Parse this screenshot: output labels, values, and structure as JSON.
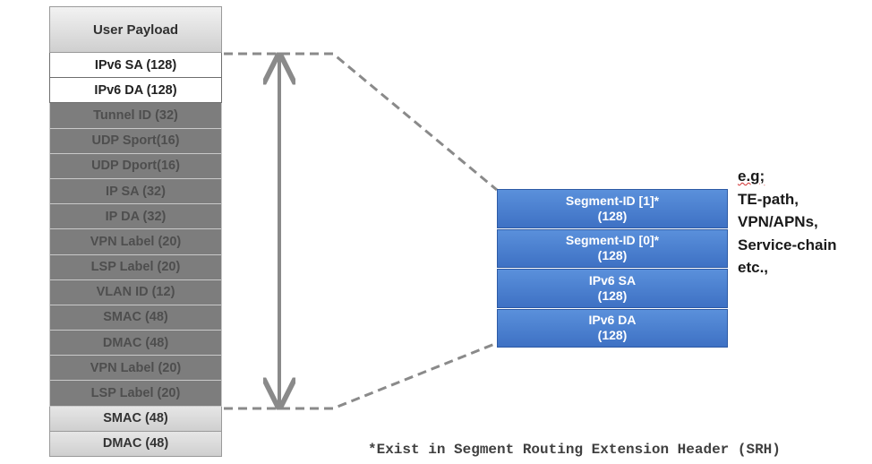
{
  "packet_stack": {
    "top": "User Payload",
    "fields": [
      {
        "label": "IPv6 SA (128)",
        "style": "white"
      },
      {
        "label": "IPv6 DA (128)",
        "style": "white"
      },
      {
        "label": "Tunnel ID (32)",
        "style": "dark"
      },
      {
        "label": "UDP Sport(16)",
        "style": "dark"
      },
      {
        "label": "UDP Dport(16)",
        "style": "dark"
      },
      {
        "label": "IP SA (32)",
        "style": "dark"
      },
      {
        "label": "IP DA (32)",
        "style": "dark"
      },
      {
        "label": "VPN Label (20)",
        "style": "dark"
      },
      {
        "label": "LSP Label (20)",
        "style": "dark"
      },
      {
        "label": "VLAN ID (12)",
        "style": "dark"
      },
      {
        "label": "SMAC (48)",
        "style": "dark"
      },
      {
        "label": "DMAC (48)",
        "style": "dark"
      },
      {
        "label": "VPN Label (20)",
        "style": "dark"
      },
      {
        "label": "LSP Label (20)",
        "style": "dark"
      },
      {
        "label": "SMAC (48)",
        "style": "light"
      },
      {
        "label": "DMAC (48)",
        "style": "light"
      }
    ]
  },
  "srh_stack": [
    {
      "line1": "Segment-ID [1]*",
      "line2": "(128)"
    },
    {
      "line1": "Segment-ID [0]*",
      "line2": "(128)"
    },
    {
      "line1": "IPv6 SA",
      "line2": "(128)"
    },
    {
      "line1": "IPv6 DA",
      "line2": "(128)"
    }
  ],
  "note": {
    "lines": [
      "e.g;",
      "TE-path,",
      "VPN/APNs,",
      "Service-chain",
      "etc.,"
    ]
  },
  "footnote": "*Exist in Segment Routing Extension Header (SRH)",
  "colors": {
    "segment_blue": "#4a80d0",
    "dark_field": "#7d7d7d",
    "connector_gray": "#8a8a8a"
  }
}
